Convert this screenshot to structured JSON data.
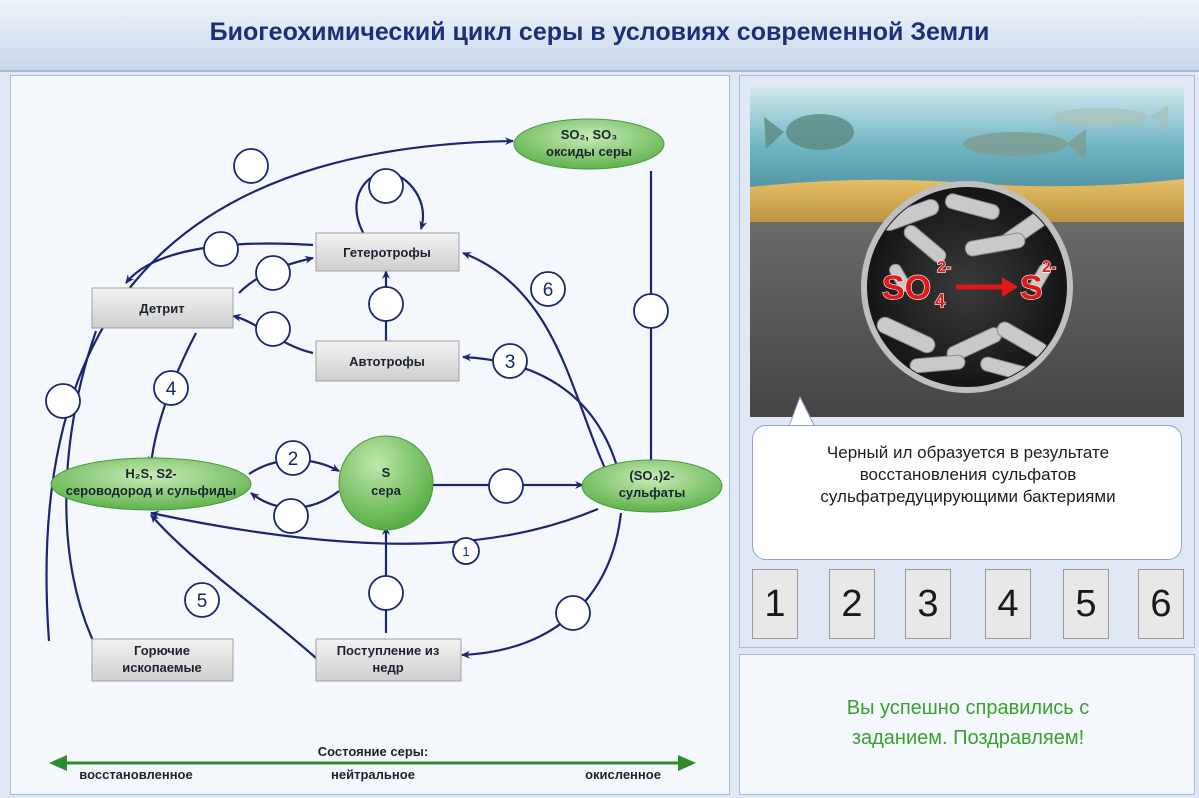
{
  "header": {
    "title": "Биогеохимический цикл серы в условиях современной Земли"
  },
  "diagram": {
    "nodes": {
      "oxides": {
        "line1": "SO₂, SO₃",
        "line2": "оксиды серы"
      },
      "heterotrophs": "Гетеротрофы",
      "detritus": "Детрит",
      "autotrophs": "Автотрофы",
      "sulfides": {
        "line1": "H₂S, S2-",
        "line2": "сероводород и сульфиды"
      },
      "sulfur": {
        "line1": "S",
        "line2": "сера"
      },
      "sulfates": {
        "line1": "(SO₄)2-",
        "line2": "сульфаты"
      },
      "fuels": {
        "line1": "Горючие",
        "line2": "ископаемые"
      },
      "interior": {
        "line1": "Поступление из",
        "line2": "недр"
      }
    },
    "numbers": {
      "n1": "1",
      "n2": "2",
      "n3": "3",
      "n4": "4",
      "n5": "5",
      "n6": "6"
    },
    "state_axis": {
      "title": "Состояние серы:",
      "left": "восстановленное",
      "middle": "нейтральное",
      "right": "окисленное"
    }
  },
  "scene": {
    "formula": {
      "left": "SO",
      "left_sub": "4",
      "left_sup": "2-",
      "right": "S",
      "right_sup": "2-"
    }
  },
  "caption": {
    "line1": "Черный ил образуется в результате",
    "line2": "восстановления сульфатов",
    "line3": "сульфатредуцирующими бактериями"
  },
  "answers": [
    "1",
    "2",
    "3",
    "4",
    "5",
    "6"
  ],
  "feedback": {
    "line1": "Вы успешно справились с",
    "line2": "заданием. Поздравляем!"
  },
  "colors": {
    "title": "#1b2f7a",
    "arrow": "#1b2570",
    "ellipse": "#7cc66b",
    "success": "#3aa02e"
  }
}
